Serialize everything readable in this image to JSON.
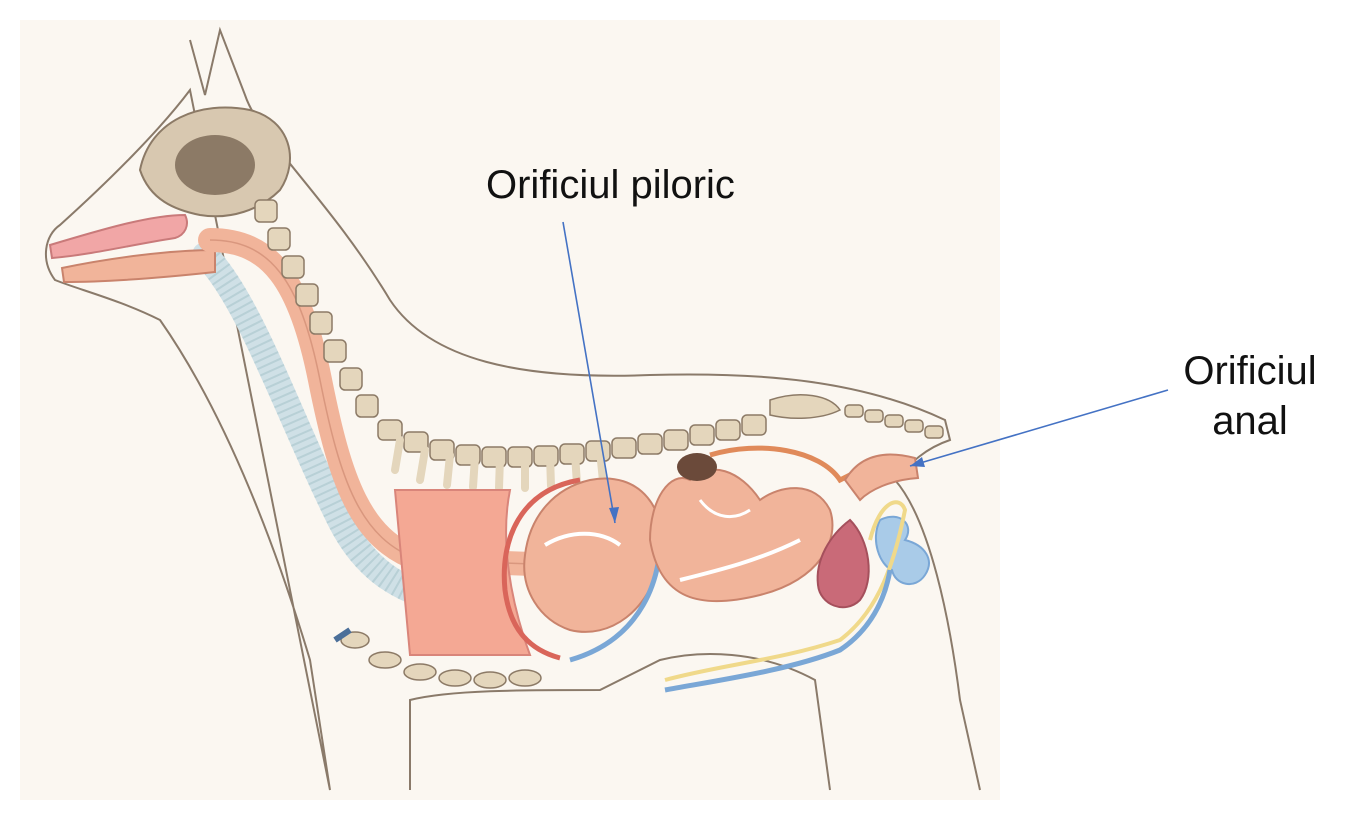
{
  "labels": {
    "pyloric": "Orificiul piloric",
    "anal_line1": "Orificiul",
    "anal_line2": "anal"
  },
  "colors": {
    "outline": "#8a7a6a",
    "bone": "#e4d6bc",
    "bone_dark": "#8c7a66",
    "digestive": "#f1b49a",
    "digestive_edge": "#c9836c",
    "trachea": "#cfe0e6",
    "blood_red": "#d9655a",
    "vein_blue": "#7aa7d6",
    "bladder": "#c96a78",
    "kidney": "#a9cbe8",
    "spleen": "#6b4a3a",
    "arrow": "#4472c4",
    "text": "#111111"
  }
}
